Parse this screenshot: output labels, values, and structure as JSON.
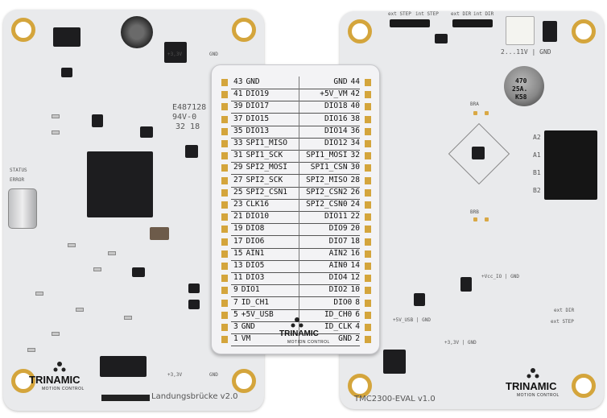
{
  "left_board": {
    "marking_ul": "E487128",
    "marking_94v": "94V-0",
    "marking_date": "32 18",
    "label_status": "STATUS",
    "label_error": "ERROR",
    "label_33v": "+3,3V",
    "label_gnd": "GND",
    "brand": "TRINAMIC",
    "brand_sub": "MOTION CONTROL",
    "board_name": "Landungsbrücke v2.0",
    "label_bottom_33v": "+3,3V",
    "label_bottom_gnd": "GND"
  },
  "ribbon": {
    "brand": "TRINAMIC",
    "brand_sub": "MOTION CONTROL",
    "rows": [
      {
        "ln": "43",
        "ll": "GND",
        "rl": "GND",
        "rn": "44"
      },
      {
        "ln": "41",
        "ll": "DIO19",
        "rl": "+5V_VM",
        "rn": "42"
      },
      {
        "ln": "39",
        "ll": "DIO17",
        "rl": "DIO18",
        "rn": "40"
      },
      {
        "ln": "37",
        "ll": "DIO15",
        "rl": "DIO16",
        "rn": "38"
      },
      {
        "ln": "35",
        "ll": "DIO13",
        "rl": "DIO14",
        "rn": "36"
      },
      {
        "ln": "33",
        "ll": "SPI1_MISO",
        "rl": "DIO12",
        "rn": "34"
      },
      {
        "ln": "31",
        "ll": "SPI1_SCK",
        "rl": "SPI1_MOSI",
        "rn": "32"
      },
      {
        "ln": "29",
        "ll": "SPI2_MOSI",
        "rl": "SPI1_CSN",
        "rn": "30"
      },
      {
        "ln": "27",
        "ll": "SPI2_SCK",
        "rl": "SPI2_MISO",
        "rn": "28"
      },
      {
        "ln": "25",
        "ll": "SPI2_CSN1",
        "rl": "SPI2_CSN2",
        "rn": "26"
      },
      {
        "ln": "23",
        "ll": "CLK16",
        "rl": "SPI2_CSN0",
        "rn": "24"
      },
      {
        "ln": "21",
        "ll": "DIO10",
        "rl": "DIO11",
        "rn": "22"
      },
      {
        "ln": "19",
        "ll": "DIO8",
        "rl": "DIO9",
        "rn": "20"
      },
      {
        "ln": "17",
        "ll": "DIO6",
        "rl": "DIO7",
        "rn": "18"
      },
      {
        "ln": "15",
        "ll": "AIN1",
        "rl": "AIN2",
        "rn": "16"
      },
      {
        "ln": "13",
        "ll": "DIO5",
        "rl": "AIN0",
        "rn": "14"
      },
      {
        "ln": "11",
        "ll": "DIO3",
        "rl": "DIO4",
        "rn": "12"
      },
      {
        "ln": "9",
        "ll": "DIO1",
        "rl": "DIO2",
        "rn": "10"
      },
      {
        "ln": "7",
        "ll": "ID_CH1",
        "rl": "DIO0",
        "rn": "8"
      },
      {
        "ln": "5",
        "ll": "+5V_USB",
        "rl": "ID_CH0",
        "rn": "6"
      },
      {
        "ln": "3",
        "ll": "GND",
        "rl": "ID_CLK",
        "rn": "4"
      },
      {
        "ln": "1",
        "ll": "VM",
        "rl": "GND",
        "rn": "2"
      }
    ]
  },
  "right_board": {
    "label_ext_step": "ext STEP",
    "label_int_step": "int STEP",
    "label_ext_dir": "ext DIR",
    "label_int_dir": "int DIR",
    "label_supply": "2...11V | GND",
    "cap_line1": "470",
    "cap_line2": "25A.",
    "cap_line3": "K58",
    "label_a2": "A2",
    "label_a1": "A1",
    "label_b1": "B1",
    "label_b2": "B2",
    "label_brb": "BRB",
    "label_bra": "BRA",
    "label_vcc_io": "+Vcc_IO | GND",
    "label_5v_usb": "+5V_USB | GND",
    "label_33v": "+3,3V | GND",
    "label_ext_dir_r": "ext DIR",
    "label_ext_step_r": "ext STEP",
    "brand": "TRINAMIC",
    "brand_sub": "MOTION CONTROL",
    "board_name": "TMC2300-EVAL v1.0"
  }
}
